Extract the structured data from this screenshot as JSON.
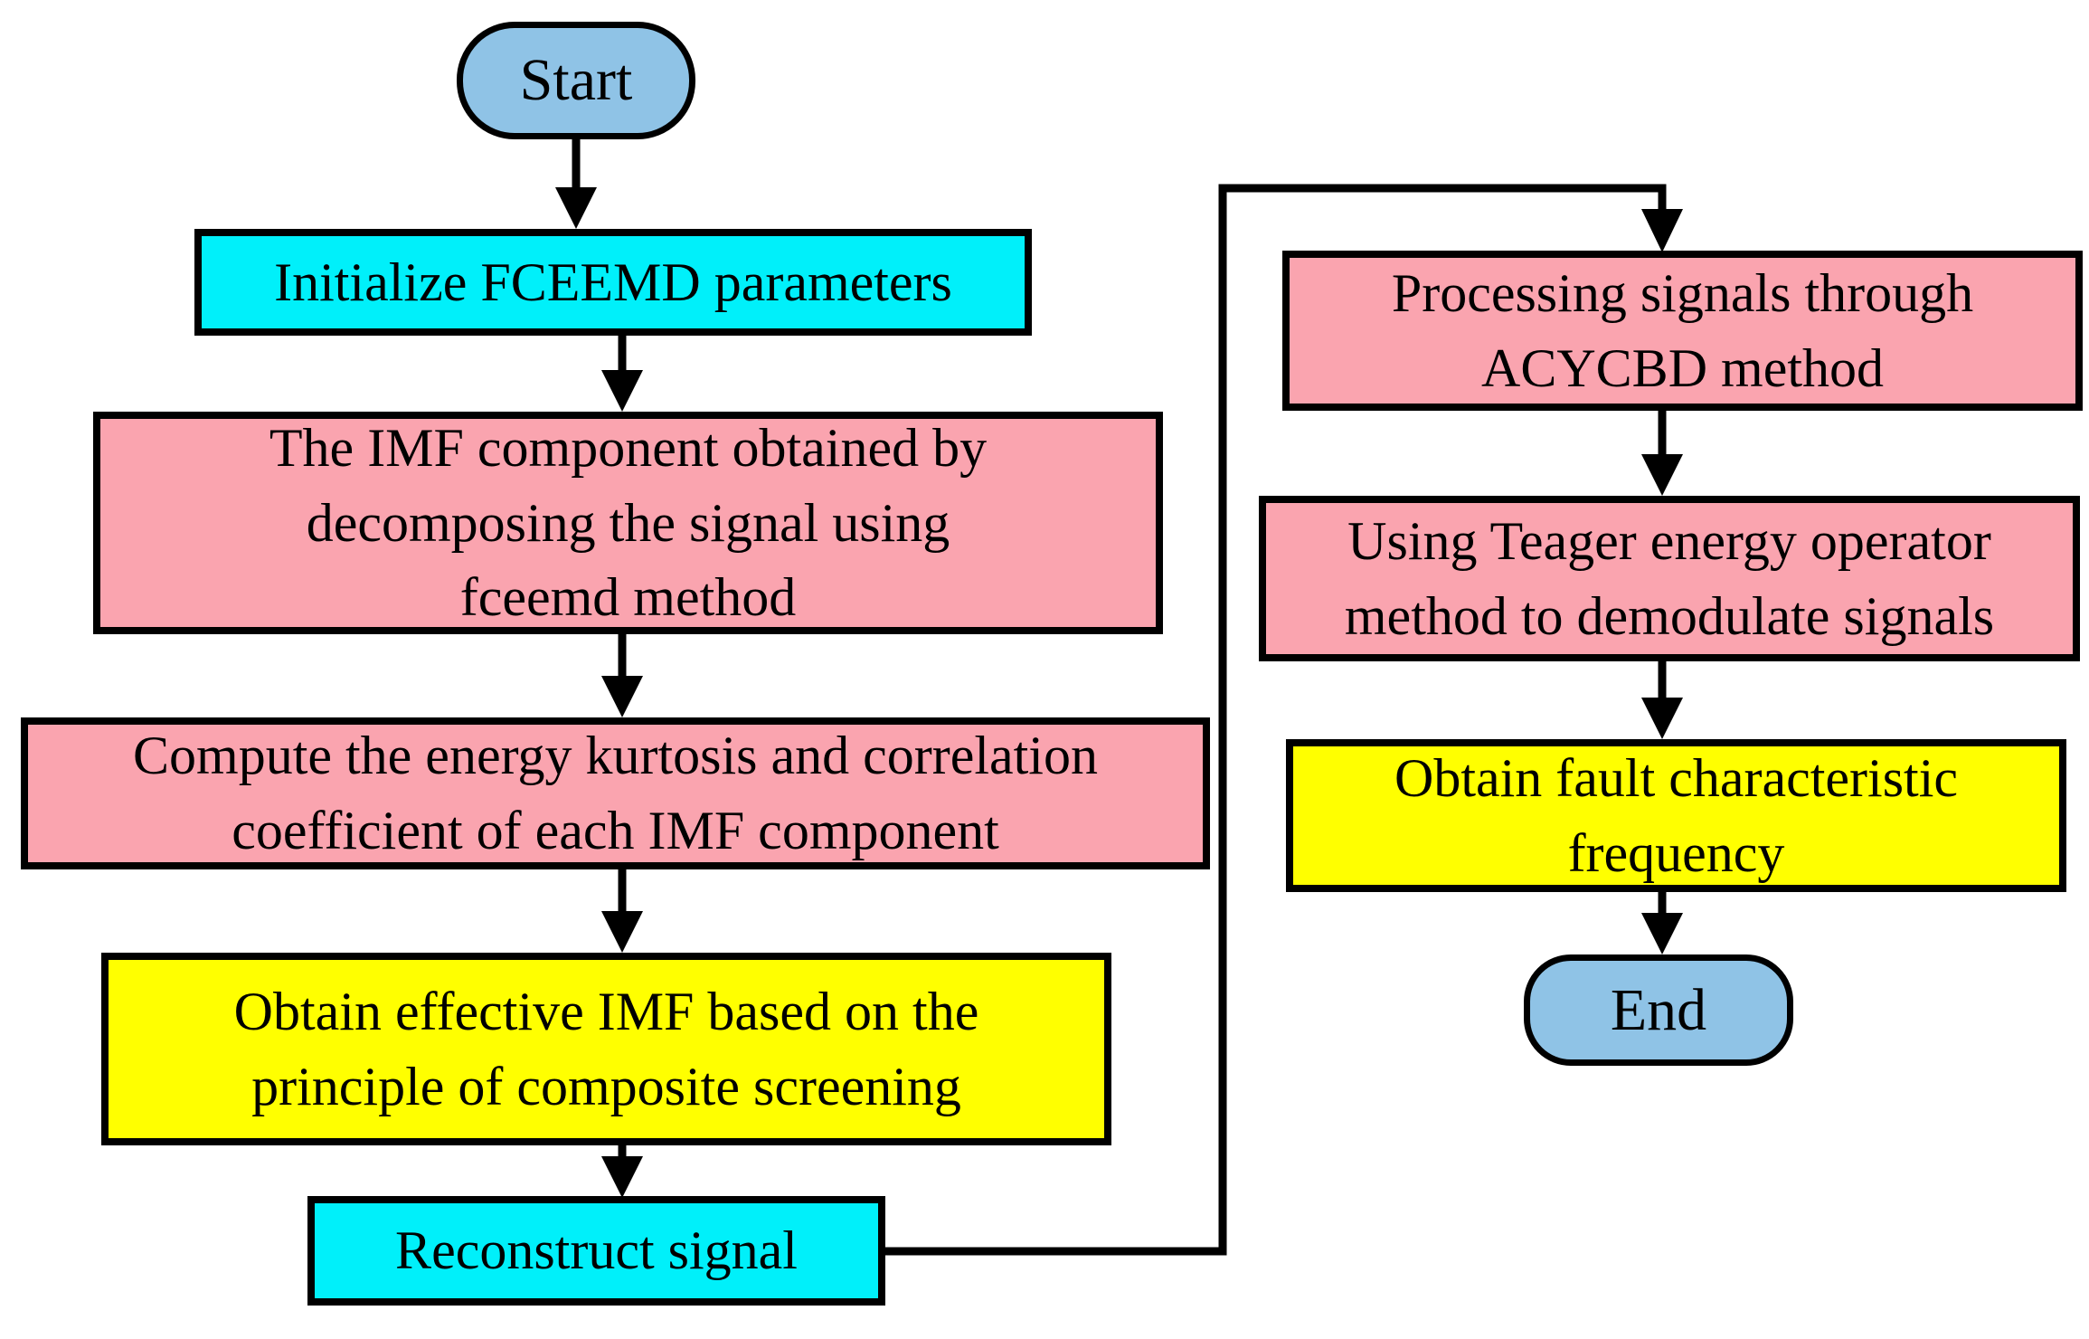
{
  "colors": {
    "terminal_blue": "#8FC3E6",
    "cyan": "#00F0FA",
    "pink": "#FAA4AF",
    "yellow": "#FFFF00",
    "line": "#000000",
    "text": "#000000",
    "background": "#FFFFFF"
  },
  "nodes": {
    "start": {
      "shape": "terminal",
      "color": "terminal_blue",
      "lines": [
        "Start"
      ]
    },
    "init_params": {
      "shape": "process",
      "color": "cyan",
      "lines": [
        "Initialize FCEEMD parameters"
      ]
    },
    "decompose": {
      "shape": "process",
      "color": "pink",
      "lines": [
        "The IMF component obtained by",
        "decomposing the signal using",
        "fceemd method"
      ]
    },
    "kurtosis": {
      "shape": "process",
      "color": "pink",
      "lines": [
        "Compute the energy kurtosis and correlation",
        "coefficient of each IMF component"
      ]
    },
    "screening": {
      "shape": "process",
      "color": "yellow",
      "lines": [
        "Obtain effective IMF based on the",
        "principle of composite screening"
      ]
    },
    "reconstruct": {
      "shape": "process",
      "color": "cyan",
      "lines": [
        "Reconstruct signal"
      ]
    },
    "acycbd": {
      "shape": "process",
      "color": "pink",
      "lines": [
        "Processing signals through",
        "ACYCBD method"
      ]
    },
    "teager": {
      "shape": "process",
      "color": "pink",
      "lines": [
        "Using Teager energy operator",
        "method to demodulate signals"
      ]
    },
    "fault_freq": {
      "shape": "process",
      "color": "yellow",
      "lines": [
        "Obtain fault characteristic",
        "frequency"
      ]
    },
    "end": {
      "shape": "terminal",
      "color": "terminal_blue",
      "lines": [
        "End"
      ]
    }
  }
}
